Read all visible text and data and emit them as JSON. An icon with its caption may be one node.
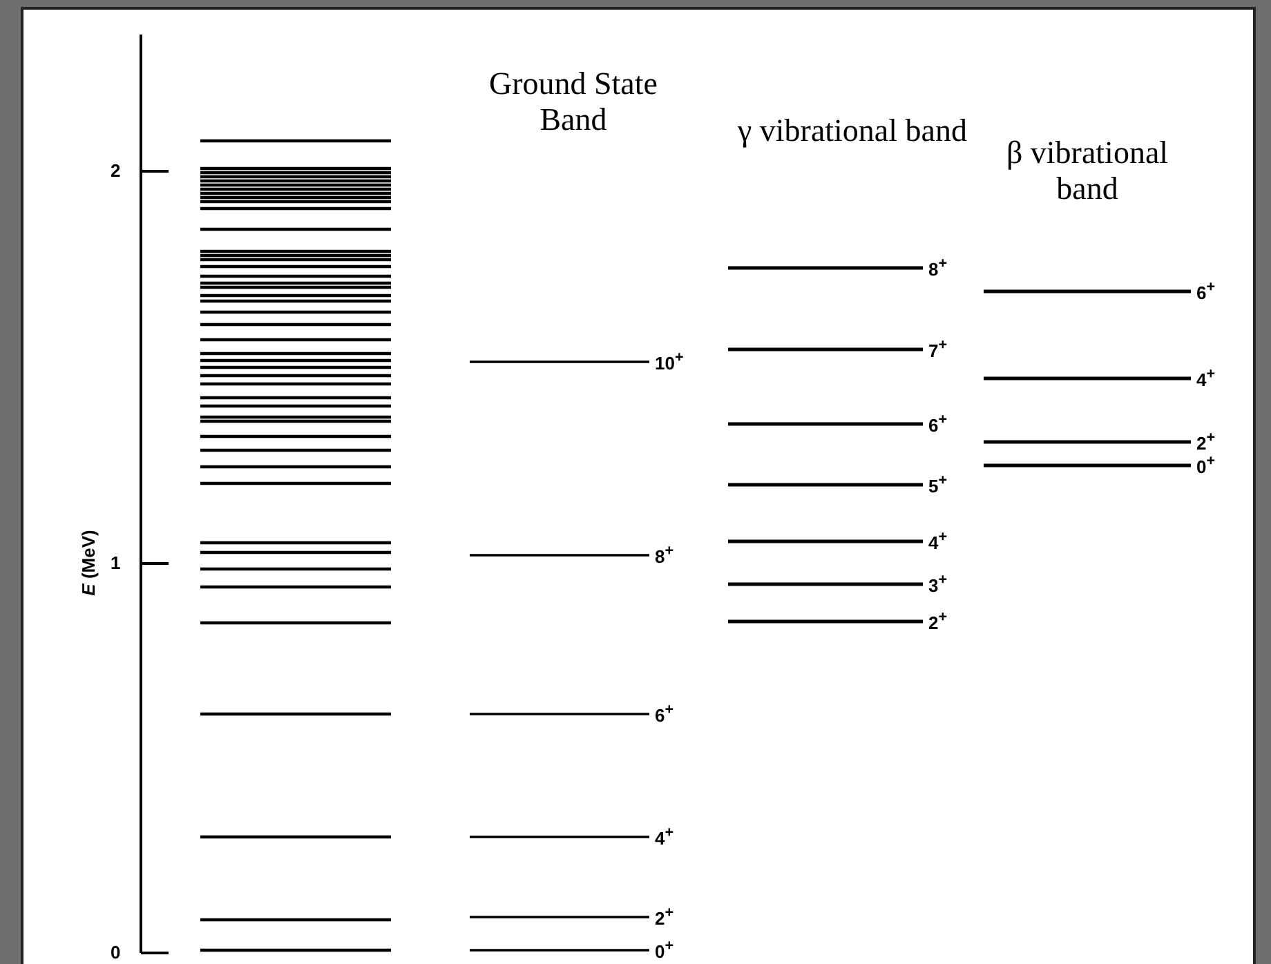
{
  "diagram": {
    "labels": [
      "2",
      "1",
      "0",
      "*E* (MeV)",
      "Ground State Band",
      "10$^{+}$",
      "8$^{+}$",
      "6$^{+}$",
      "4$^{+}$",
      "2$^{+}$",
      "0$^{+}$",
      "γ vibrational band",
      "8$^{+}$",
      "7$^{+}$",
      "6$^{+}$",
      "5$^{+}$",
      "4$^{+}$",
      "3$^{+}$",
      "2$^{+}$",
      "β vibrational band",
      "6$^{+}$",
      "4$^{+}$",
      "2$^{+}$",
      "0$^{+}$"
    ]
  }
}
